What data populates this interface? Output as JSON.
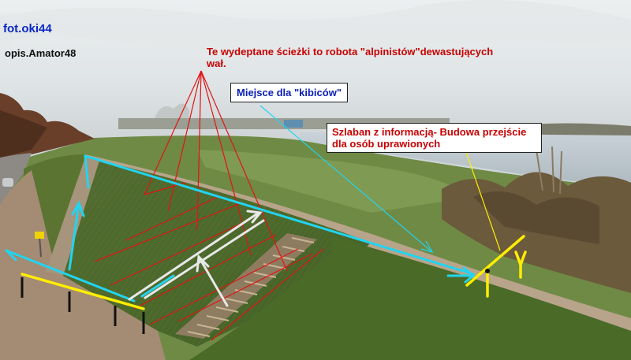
{
  "credits": {
    "photo": "fot.oki44",
    "description": "opis.Amator48"
  },
  "annotations": {
    "trails_note": "Te wydeptane ścieżki to robota \"alpinistów\"dewastujących wał.",
    "fans_place": "Miejsce dla \"kibiców\"",
    "barrier_note": "Szlaban z  informacją- Budowa przejście dla osób uprawionych"
  },
  "colors": {
    "photo_credit": "#0a28c8",
    "trails_text": "#c80000",
    "fans_text": "#0a1eb4",
    "barrier_text": "#c80000",
    "red_lines": "#e21414",
    "cyan_arrows": "#22d4f0",
    "white_arrows": "#e8e8e8",
    "yellow_marks": "#ffee00"
  }
}
